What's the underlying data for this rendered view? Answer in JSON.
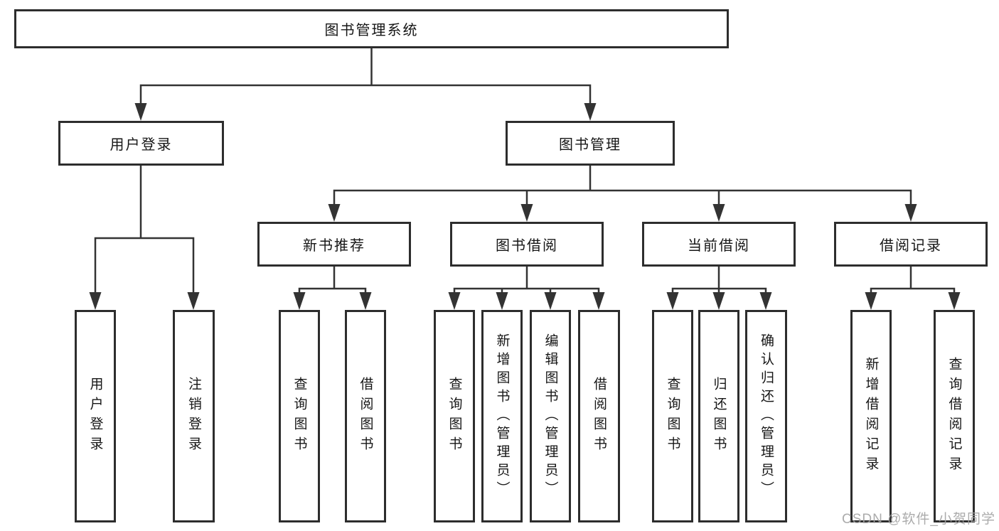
{
  "diagram": {
    "type": "hierarchy-tree",
    "watermark": "CSDN @软件_小贺同学",
    "colors": {
      "line": "#333333",
      "box_border": "#2d2d2d",
      "box_background": "#ffffff",
      "text": "#161616",
      "watermark": "#a3a3a3"
    },
    "nodes": {
      "root": {
        "label": "图书管理系统"
      },
      "level2": {
        "user_login": {
          "label": "用户登录"
        },
        "book_mgmt": {
          "label": "图书管理"
        }
      },
      "level3": {
        "new_books": {
          "label": "新书推荐"
        },
        "book_borrow": {
          "label": "图书借阅"
        },
        "current_borrow": {
          "label": "当前借阅"
        },
        "borrow_records": {
          "label": "借阅记录"
        }
      },
      "leaves": {
        "login": {
          "label": "用户登录"
        },
        "logout": {
          "label": "注销登录"
        },
        "nb_query": {
          "label": "查询图书"
        },
        "nb_borrow": {
          "label": "借阅图书"
        },
        "bb_query": {
          "label": "查询图书"
        },
        "bb_add": {
          "label": "新增图书（管理员）"
        },
        "bb_edit": {
          "label": "编辑图书（管理员）"
        },
        "bb_borrow": {
          "label": "借阅图书"
        },
        "cb_query": {
          "label": "查询图书"
        },
        "cb_return": {
          "label": "归还图书"
        },
        "cb_confirm": {
          "label": "确认归还（管理员）"
        },
        "br_add": {
          "label": "新增借阅记录"
        },
        "br_query": {
          "label": "查询借阅记录"
        }
      }
    },
    "edges": [
      "图书管理系统→用户登录",
      "图书管理系统→图书管理",
      "用户登录→用户登录",
      "用户登录→注销登录",
      "图书管理→新书推荐",
      "图书管理→图书借阅",
      "图书管理→当前借阅",
      "图书管理→借阅记录",
      "新书推荐→查询图书",
      "新书推荐→借阅图书",
      "图书借阅→查询图书",
      "图书借阅→新增图书（管理员）",
      "图书借阅→编辑图书（管理员）",
      "图书借阅→借阅图书",
      "当前借阅→查询图书",
      "当前借阅→归还图书",
      "当前借阅→确认归还（管理员）",
      "借阅记录→新增借阅记录",
      "借阅记录→查询借阅记录"
    ]
  }
}
